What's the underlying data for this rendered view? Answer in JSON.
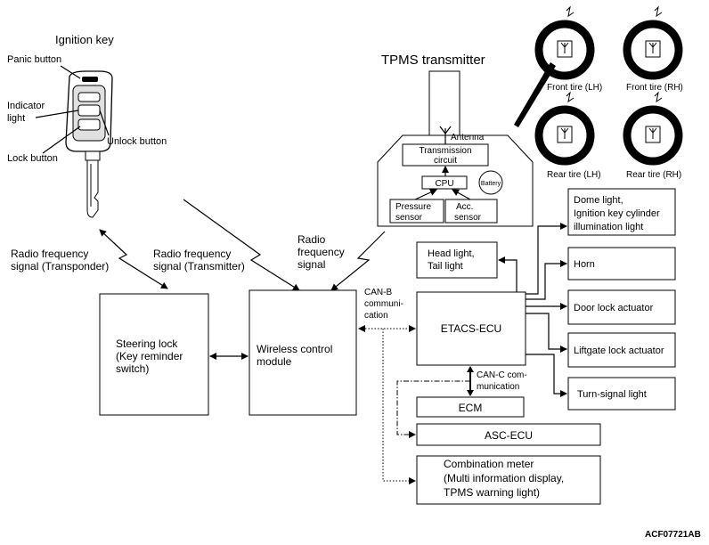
{
  "key": {
    "title": "Ignition key",
    "panic": "Panic button",
    "indicator_1": "Indicator",
    "indicator_2": "light",
    "unlock": "Unlock button",
    "lock": "Lock button"
  },
  "tpms": {
    "title": "TPMS transmitter",
    "antenna": "Antenna",
    "transmission_1": "Transmission",
    "transmission_2": "circuit",
    "cpu": "CPU",
    "battery": "Battery",
    "pressure_1": "Pressure",
    "pressure_2": "sensor",
    "acc_1": "Acc.",
    "acc_2": "sensor"
  },
  "tires": {
    "front_lh": "Front tire (LH)",
    "front_rh": "Front tire (RH)",
    "rear_lh": "Rear tire (LH)",
    "rear_rh": "Rear tire (RH)"
  },
  "signals": {
    "transponder_1": "Radio frequency",
    "transponder_2": "signal (Transponder)",
    "transmitter_1": "Radio frequency",
    "transmitter_2": "signal (Transmitter)",
    "rf_1": "Radio",
    "rf_2": "frequency",
    "rf_3": "signal"
  },
  "units": {
    "steering_1": "Steering lock",
    "steering_2": "(Key reminder",
    "steering_3": "switch)",
    "wcm_1": "Wireless control",
    "wcm_2": "module",
    "etacs": "ETACS-ECU",
    "ecm": "ECM",
    "asc": "ASC-ECU",
    "combo_1": "Combination meter",
    "combo_2": "(Multi information display,",
    "combo_3": "TPMS warning light)"
  },
  "comm": {
    "canb_1": "CAN-B",
    "canb_2": "communi-",
    "canb_3": "cation",
    "canc_1": "CAN-C com-",
    "canc_2": "munication"
  },
  "outputs": {
    "dome_1": "Dome light,",
    "dome_2": "Ignition key cylinder",
    "dome_3": "illumination light",
    "head_1": "Head light,",
    "head_2": "Tail light",
    "horn": "Horn",
    "door": "Door lock actuator",
    "liftgate": "Liftgate lock actuator",
    "turn": "Turn-signal light"
  },
  "figure_code": "ACF07721AB"
}
